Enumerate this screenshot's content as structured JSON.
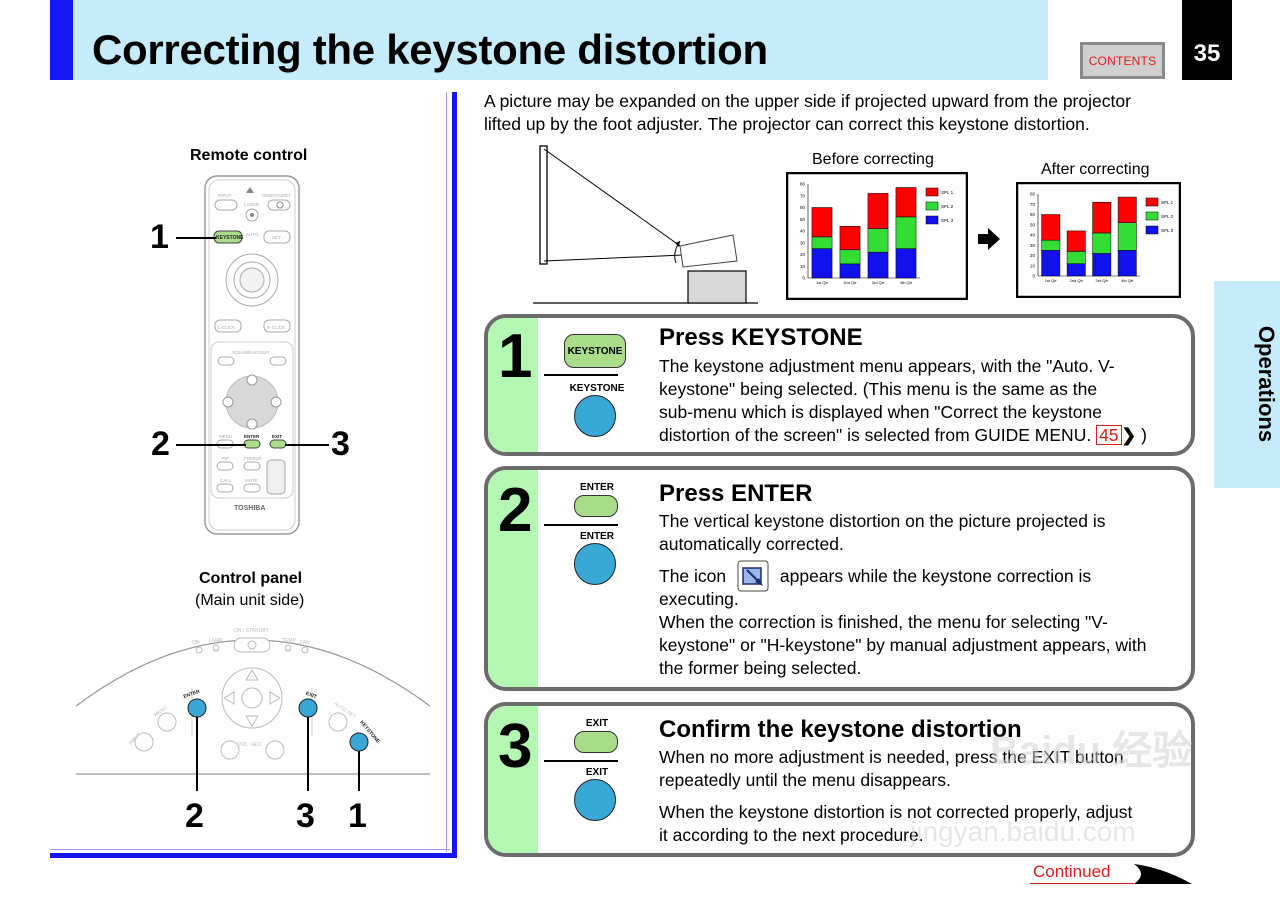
{
  "header": {
    "title": "Correcting the keystone distortion",
    "contents_label": "CONTENTS",
    "page_number": "35"
  },
  "side_tab": {
    "label": "Operations"
  },
  "left": {
    "remote_title": "Remote control",
    "remote_callouts": [
      "1",
      "2",
      "3"
    ],
    "panel_title": "Control panel",
    "panel_subtitle": "(Main unit side)",
    "panel_callouts": [
      "2",
      "3",
      "1"
    ],
    "remote_labels": {
      "input": "INPUT",
      "standby": "ON/STANDBY",
      "laser": "LASER",
      "keystone": "KEYSTONE",
      "auto": "AUTO",
      "set": "SET",
      "lclick": "L-CLICK",
      "rclick": "R-CLICK",
      "volume": "VOLUME/ADJUST",
      "menu": "MENU",
      "enter": "ENTER",
      "exit": "EXIT",
      "pip": "PIP",
      "freeze": "FREEZE",
      "call": "CALL",
      "mute": "MUTE",
      "brand": "TOSHIBA"
    },
    "panel_labels": {
      "on": "ON",
      "lamp": "LAMP",
      "standby": "ON / STANDBY",
      "temp": "TEMP",
      "fan": "FAN",
      "input": "INPUT",
      "menu": "MENU",
      "enter": "ENTER",
      "exit": "EXIT",
      "autoset": "AUTO SET",
      "keystone": "KEYSTONE",
      "voladj": "VOL / ADJ"
    }
  },
  "intro": {
    "line1": "A picture may be expanded on the upper side if projected upward from the projector",
    "line2": "lifted up by the foot adjuster.  The projector can correct this keystone distortion."
  },
  "illustration": {
    "before_label": "Before correcting",
    "after_label": "After correcting",
    "arrow_icon": "right-arrow-icon"
  },
  "chart_data": [
    {
      "type": "bar",
      "title": "Before correcting",
      "categories": [
        "1st Qtr",
        "2nd Qtr",
        "3rd Qtr",
        "4th Qtr"
      ],
      "series": [
        {
          "name": "SPL 1",
          "values": [
            25,
            20,
            30,
            25
          ]
        },
        {
          "name": "SPL 2",
          "values": [
            10,
            12,
            20,
            27
          ]
        },
        {
          "name": "SPL 3",
          "values": [
            25,
            12,
            22,
            25
          ]
        }
      ],
      "yticks": [
        "0",
        "10",
        "20",
        "30",
        "40",
        "50",
        "60",
        "70",
        "80"
      ],
      "ylim": [
        0,
        80
      ],
      "legend": "right",
      "colors": [
        "#ff0000",
        "#33dd33",
        "#1111ee"
      ]
    },
    {
      "type": "bar",
      "title": "After correcting",
      "categories": [
        "1st Qtr",
        "2nd Qtr",
        "3rd Qtr",
        "4th Qtr"
      ],
      "series": [
        {
          "name": "SPL 1",
          "values": [
            25,
            20,
            30,
            25
          ]
        },
        {
          "name": "SPL 2",
          "values": [
            10,
            12,
            20,
            27
          ]
        },
        {
          "name": "SPL 3",
          "values": [
            25,
            12,
            22,
            25
          ]
        }
      ],
      "yticks": [
        "0",
        "10",
        "20",
        "30",
        "40",
        "50",
        "60",
        "70",
        "80"
      ],
      "ylim": [
        0,
        80
      ],
      "legend": "right",
      "colors": [
        "#ff0000",
        "#33dd33",
        "#1111ee"
      ]
    }
  ],
  "steps": [
    {
      "number": "1",
      "key_top": "KEYSTONE",
      "key_bottom": "KEYSTONE",
      "title": "Press KEYSTONE",
      "lines": [
        "The keystone adjustment menu appears, with the \"Auto. V-",
        "keystone\" being selected.  (This menu is the same as the",
        "sub-menu which is displayed when \"Correct the keystone",
        "distortion of the screen\" is selected from GUIDE MENU."
      ],
      "ref": "45",
      "ref_suffix": ")"
    },
    {
      "number": "2",
      "key_top": "ENTER",
      "key_bottom": "ENTER",
      "title": "Press ENTER",
      "lines": [
        "The vertical keystone distortion on the picture projected is",
        "automatically corrected."
      ],
      "icon_pre": "The icon",
      "icon_post": "appears while the keystone correction is",
      "icon_line2": "executing.",
      "lines2": [
        "When the correction is finished, the menu for selecting \"V-",
        "keystone\" or \"H-keystone\" by manual adjustment appears, with",
        "the former being selected."
      ]
    },
    {
      "number": "3",
      "key_top": "EXIT",
      "key_bottom": "EXIT",
      "title": "Confirm the keystone distortion",
      "lines": [
        "When no more adjustment is needed, press the EXIT button",
        "repeatedly until the menu disappears."
      ],
      "lines2": [
        "When the keystone distortion is not corrected properly, adjust",
        "it according to the next procedure."
      ]
    }
  ],
  "continued_label": "Continued",
  "watermark": {
    "line1": "Baidu 经验",
    "line2": "jingyan.baidu.com"
  }
}
